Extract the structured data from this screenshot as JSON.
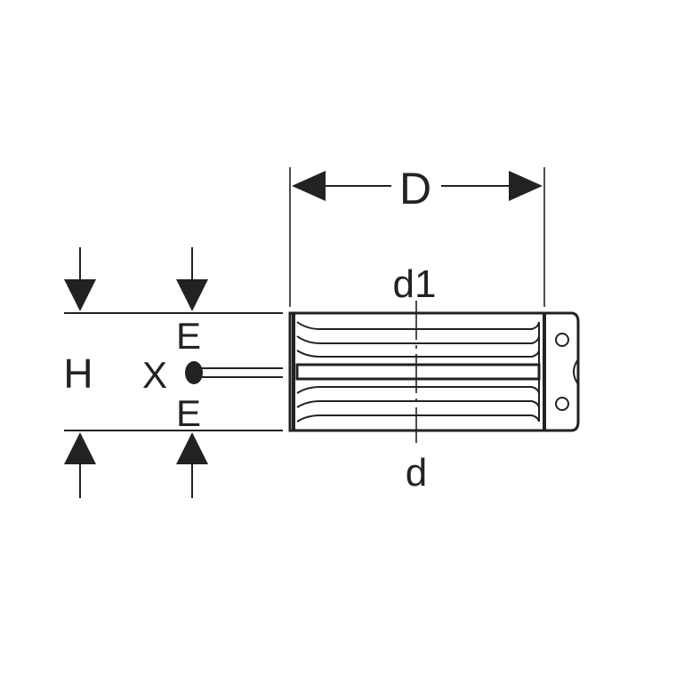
{
  "drawing": {
    "labels": {
      "D": "D",
      "d1": "d1",
      "d": "d",
      "H": "H",
      "X": "X",
      "E_top": "E",
      "E_bottom": "E"
    },
    "colors": {
      "line": "#222222",
      "background": "#ffffff"
    }
  }
}
